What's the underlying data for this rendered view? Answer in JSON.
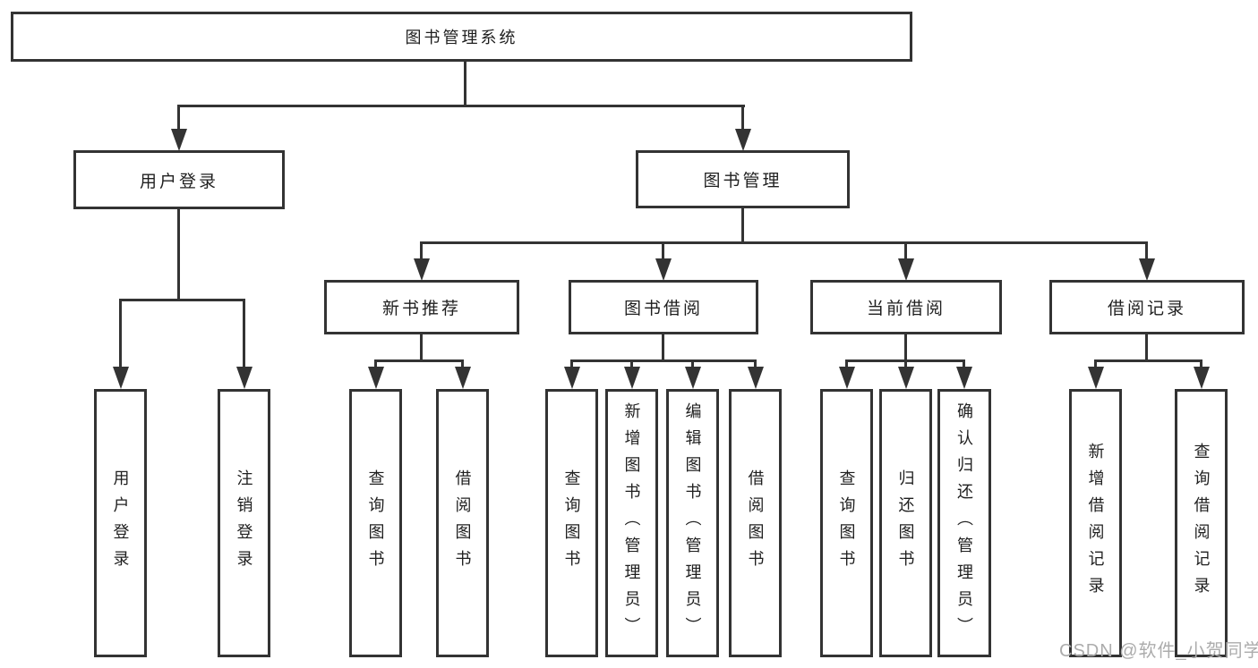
{
  "diagram_title": "图书管理系统",
  "type": "hierarchy-diagram",
  "colors": {
    "line": "#333333",
    "text": "#1f1f1f",
    "background": "#ffffff",
    "watermark": "#acacac"
  },
  "tree": {
    "label": "图书管理系统",
    "children": [
      {
        "label": "用户登录",
        "children": [
          {
            "label": "用户登录"
          },
          {
            "label": "注销登录"
          }
        ]
      },
      {
        "label": "图书管理",
        "children": [
          {
            "label": "新书推荐",
            "children": [
              {
                "label": "查询图书"
              },
              {
                "label": "借阅图书"
              }
            ]
          },
          {
            "label": "图书借阅",
            "children": [
              {
                "label": "查询图书"
              },
              {
                "label": "新增图书（管理员）"
              },
              {
                "label": "编辑图书（管理员）"
              },
              {
                "label": "借阅图书"
              }
            ]
          },
          {
            "label": "当前借阅",
            "children": [
              {
                "label": "查询图书"
              },
              {
                "label": "归还图书"
              },
              {
                "label": "确认归还（管理员）"
              }
            ]
          },
          {
            "label": "借阅记录",
            "children": [
              {
                "label": "新增借阅记录"
              },
              {
                "label": "查询借阅记录"
              }
            ]
          }
        ]
      }
    ]
  },
  "watermark": {
    "text": "CSDN @软件_小贺同学"
  }
}
